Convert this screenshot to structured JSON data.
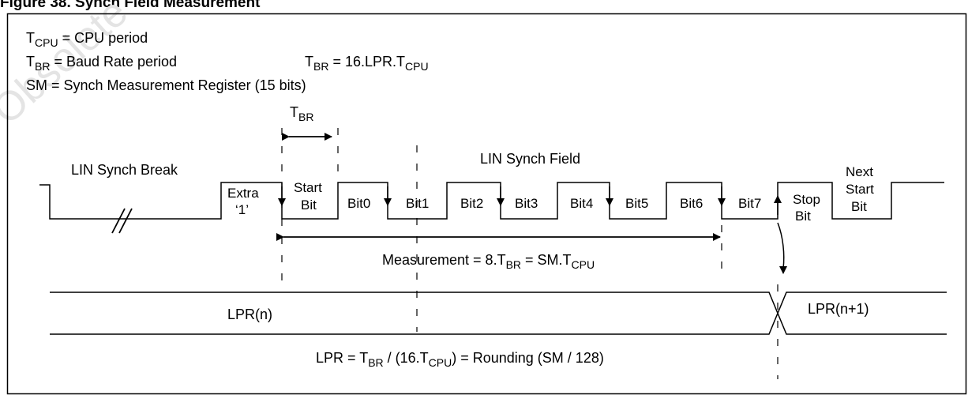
{
  "figure": {
    "caption": "Figure 38. Synch Field Measurement",
    "watermark": "Obsolete"
  },
  "definitions": [
    {
      "sym": "T",
      "sub": "CPU",
      "rest": " = CPU period"
    },
    {
      "sym": "T",
      "sub": "BR",
      "rest": " = Baud Rate period"
    }
  ],
  "formula_tbr": {
    "sym": "T",
    "sub": "BR",
    "mid": " = 16.LPR.T",
    "sub2": "CPU"
  },
  "sm_def": "SM = Synch Measurement Register (15 bits)",
  "tbr_marker": {
    "sym": "T",
    "sub": "BR"
  },
  "break_label": "LIN Synch Break",
  "field_label": "LIN Synch Field",
  "bits": {
    "extra": [
      "Extra",
      "‘1’"
    ],
    "start": [
      "Start",
      "Bit"
    ],
    "data": [
      "Bit0",
      "Bit1",
      "Bit2",
      "Bit3",
      "Bit4",
      "Bit5",
      "Bit6",
      "Bit7"
    ],
    "stop": [
      "Stop",
      "Bit"
    ],
    "next_start": [
      "Next",
      "Start",
      "Bit"
    ]
  },
  "measurement": {
    "pre": "Measurement = 8.T",
    "sub1": "BR",
    "mid": " = SM.T",
    "sub2": "CPU"
  },
  "lpr_before": "LPR(n)",
  "lpr_after": "LPR(n+1)",
  "lpr_formula": {
    "pre": "LPR = T",
    "sub1": "BR",
    "mid": " / (16.T",
    "sub2": "CPU",
    "post": ") = Rounding (SM / 128)"
  }
}
